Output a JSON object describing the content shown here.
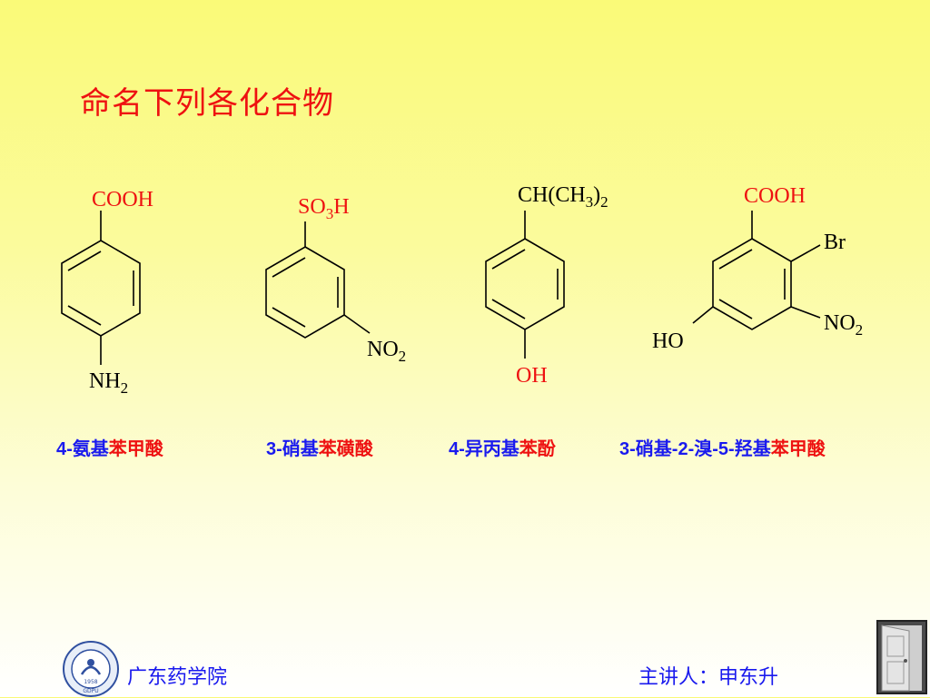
{
  "title": "命名下列各化合物",
  "compounds": [
    {
      "labels": {
        "top": "COOH",
        "bottom_main": "NH",
        "bottom_sub": "2"
      },
      "name": {
        "prefix": "4-",
        "substituent": "氨基",
        "parent": "苯甲酸"
      }
    },
    {
      "labels": {
        "top_main": "SO",
        "top_sub": "3",
        "top_end": "H",
        "right_main": "NO",
        "right_sub": "2"
      },
      "name": {
        "prefix": "3-",
        "substituent": "硝基",
        "parent": "苯磺酸"
      }
    },
    {
      "labels": {
        "top_main": "CH(CH",
        "top_sub": "3",
        "top_close": ")",
        "top_sub2": "2",
        "bottom": "OH"
      },
      "name": {
        "prefix": "4-",
        "substituent": "异丙基",
        "parent": "苯酚"
      }
    },
    {
      "labels": {
        "top": "COOH",
        "br": "Br",
        "no2_main": "NO",
        "no2_sub": "2",
        "ho": "HO"
      },
      "name": {
        "prefix": "3-",
        "substituent": "硝基",
        "mid1": "-2-",
        "sub2": "溴",
        "mid2": "-5-",
        "sub3": "羟基",
        "parent": "苯甲酸"
      }
    }
  ],
  "footer": {
    "school": "广东药学院",
    "lecturer": "主讲人：申东升"
  },
  "logo_text": "GDPU 1958",
  "colors": {
    "blue": "#1a1aee",
    "red": "#ee1111",
    "bond": "#000000"
  }
}
